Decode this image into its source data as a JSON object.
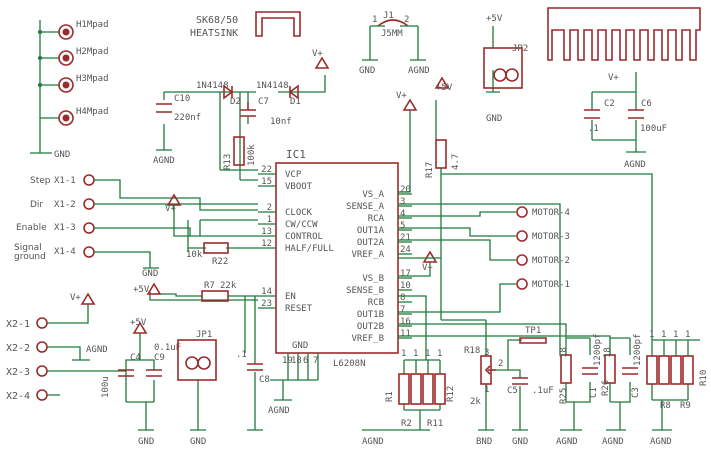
{
  "mounting_pads": [
    "H1Mpad",
    "H2Mpad",
    "H3Mpad",
    "H4Mpad"
  ],
  "heatsink": {
    "model": "SK68/50",
    "label": "HEATSINK"
  },
  "jumper_j1": {
    "ref": "J1",
    "value": "J5MM",
    "pin1": "1",
    "pin2": "2"
  },
  "ic": {
    "ref": "IC1",
    "part": "L6208N",
    "left_pins": [
      {
        "name": "VCP",
        "num": "22"
      },
      {
        "name": "VBOOT",
        "num": "15"
      },
      {
        "name": "CLOCK",
        "num": "2"
      },
      {
        "name": "CW/CCW",
        "num": "1"
      },
      {
        "name": "CONTROL",
        "num": "13"
      },
      {
        "name": "HALF/FULL",
        "num": "12"
      },
      {
        "name": "EN",
        "num": "14"
      },
      {
        "name": "RESET",
        "num": "23"
      }
    ],
    "right_pins": [
      {
        "name": "VS_A",
        "num": "20"
      },
      {
        "name": "SENSE_A",
        "num": "3"
      },
      {
        "name": "RCA",
        "num": "4"
      },
      {
        "name": "OUT1A",
        "num": "5"
      },
      {
        "name": "OUT2A",
        "num": "21"
      },
      {
        "name": "VREF_A",
        "num": "24"
      },
      {
        "name": "VS_B",
        "num": "17"
      },
      {
        "name": "SENSE_B",
        "num": "10"
      },
      {
        "name": "RCB",
        "num": "8"
      },
      {
        "name": "OUT1B",
        "num": "7"
      },
      {
        "name": "OUT2B",
        "num": "16"
      },
      {
        "name": "VREF_B",
        "num": "11"
      }
    ],
    "gnd": "GND",
    "gnd_pins": [
      "19",
      "18",
      "6",
      "7"
    ]
  },
  "inputs": [
    {
      "label": "Step",
      "conn": "X1-1"
    },
    {
      "label": "Dir",
      "conn": "X1-2"
    },
    {
      "label": "Enable",
      "conn": "X1-3"
    },
    {
      "label": "Signal ground",
      "conn": "X1-4"
    }
  ],
  "motor_outputs": [
    "MOTOR-4",
    "MOTOR-3",
    "MOTOR-2",
    "MOTOR-1"
  ],
  "power_terms": [
    "X2-1",
    "X2-2",
    "X2-3",
    "X2-4"
  ],
  "nets": {
    "gnd": "GND",
    "agnd": "AGND",
    "vplus": "V+",
    "p5v": "+5V",
    "bnd": "BND"
  },
  "parts": {
    "d_type": "1N4148",
    "d1": "D1",
    "d2": "D2",
    "c7": "C7",
    "c7v": "10nf",
    "c10": "C10",
    "c10v": "220nf",
    "r13": "R13",
    "r13v": "100k",
    "r17": "R17",
    "r17v": "4.7",
    "r22": "R22",
    "r22v": "10k",
    "r7": "R7",
    "r7v": "22k",
    "jp1": "JP1",
    "jp2": "JP2",
    "c2": "C2",
    "c2v": ".1",
    "c6": "C6",
    "c6v": "100uF",
    "c4": "C4",
    "c4v": "100u",
    "c9": "C9",
    "c9v": "0.1uF",
    "c8": "C8",
    "c8v": ".1",
    "r18": "R18",
    "r18v": "2k",
    "c5": "C5",
    "c5v": ".1uF",
    "tp1": "TP1",
    "r1": "R1",
    "r2": "R2",
    "r11": "R11",
    "r12": "R12",
    "r25": "R25",
    "r25v": "18",
    "r26": "R26",
    "r26v": "18",
    "c1": "C1",
    "c1v": "1200pf",
    "c3": "C3",
    "c3v": "1200pf",
    "r8": "R8",
    "r9": "R9",
    "r10": "R10",
    "pin_one": "1",
    "pin_two": "2",
    "pin_three": "3"
  }
}
